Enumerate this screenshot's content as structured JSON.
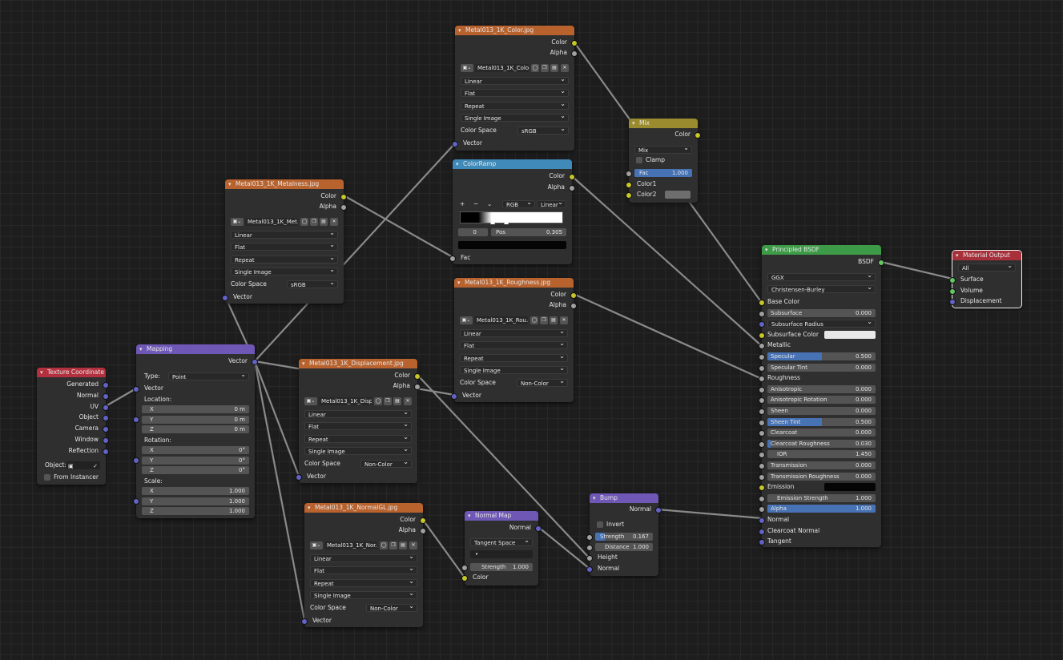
{
  "colors": {
    "grid_bg": "#1d1d1d",
    "node_body": "#2f2f2f",
    "texture_header": "#b8622e",
    "input_header": "#b3303e",
    "vector_header": "#6f58b5",
    "converter_header": "#3f8ab8",
    "color_header": "#9a8c2e",
    "shader_header": "#3d9b47",
    "output_header": "#a8303a",
    "socket_color": "#c7c729",
    "socket_float": "#a1a1a1",
    "socket_vector": "#6363c7",
    "socket_shader": "#63c763",
    "slider_fill": "#4772b3"
  },
  "texcoord": {
    "title": "Texture Coordinate",
    "outputs": [
      "Generated",
      "Normal",
      "UV",
      "Object",
      "Camera",
      "Window",
      "Reflection"
    ],
    "object_label": "Object:",
    "from_instancer": "From Instancer"
  },
  "mapping": {
    "title": "Mapping",
    "out_vector": "Vector",
    "type_label": "Type:",
    "type_value": "Point",
    "in_vector": "Vector",
    "location_label": "Location:",
    "rotation_label": "Rotation:",
    "scale_label": "Scale:",
    "axes": [
      "X",
      "Y",
      "Z"
    ],
    "location": [
      "0 m",
      "0 m",
      "0 m"
    ],
    "rotation": [
      "0°",
      "0°",
      "0°"
    ],
    "scale": [
      "1.000",
      "1.000",
      "1.000"
    ]
  },
  "metal": {
    "title": "Metal013_1K_Metalness.jpg",
    "out_color": "Color",
    "out_alpha": "Alpha",
    "image_name": "Metal013_1K_Met...",
    "interp": "Linear",
    "proj": "Flat",
    "ext": "Repeat",
    "source": "Single Image",
    "cs_label": "Color Space",
    "cs_value": "sRGB",
    "in_vector": "Vector"
  },
  "colortex": {
    "title": "Metal013_1K_Color.jpg",
    "out_color": "Color",
    "out_alpha": "Alpha",
    "image_name": "Metal013_1K_Color...",
    "interp": "Linear",
    "proj": "Flat",
    "ext": "Repeat",
    "source": "Single Image",
    "cs_label": "Color Space",
    "cs_value": "sRGB",
    "in_vector": "Vector"
  },
  "ramp": {
    "title": "ColorRamp",
    "out_color": "Color",
    "out_alpha": "Alpha",
    "plus": "+",
    "minus": "−",
    "mode": "RGB",
    "interp": "Linear",
    "index": "0",
    "pos_label": "Pos",
    "pos_value": "0.305",
    "pos_fraction": 0.305,
    "in_fac": "Fac"
  },
  "rough": {
    "title": "Metal013_1K_Roughness.jpg",
    "out_color": "Color",
    "out_alpha": "Alpha",
    "image_name": "Metal013_1K_Rou...",
    "interp": "Linear",
    "proj": "Flat",
    "ext": "Repeat",
    "source": "Single Image",
    "cs_label": "Color Space",
    "cs_value": "Non-Color",
    "in_vector": "Vector"
  },
  "disp": {
    "title": "Metal013_1K_Displacement.jpg",
    "out_color": "Color",
    "out_alpha": "Alpha",
    "image_name": "Metal013_1K_Displ...",
    "interp": "Linear",
    "proj": "Flat",
    "ext": "Repeat",
    "source": "Single Image",
    "cs_label": "Color Space",
    "cs_value": "Non-Color",
    "in_vector": "Vector"
  },
  "normtex": {
    "title": "Metal013_1K_NormalGL.jpg",
    "out_color": "Color",
    "out_alpha": "Alpha",
    "image_name": "Metal013_1K_Nor...",
    "interp": "Linear",
    "proj": "Flat",
    "ext": "Repeat",
    "source": "Single Image",
    "cs_label": "Color Space",
    "cs_value": "Non-Color",
    "in_vector": "Vector"
  },
  "mix": {
    "title": "Mix",
    "out_color": "Color",
    "mode": "Mix",
    "clamp": "Clamp",
    "fac_label": "Fac",
    "fac_value": "1.000",
    "fac_fraction": 1.0,
    "color1": "Color1",
    "color2": "Color2"
  },
  "normalmap": {
    "title": "Normal Map",
    "out_normal": "Normal",
    "space": "Tangent Space",
    "uv": "•",
    "strength_label": "Strength",
    "strength_value": "1.000",
    "in_color": "Color"
  },
  "bump": {
    "title": "Bump",
    "out_normal": "Normal",
    "invert": "Invert",
    "strength_label": "Strength",
    "strength_value": "0.167",
    "strength_fraction": 0.167,
    "distance_label": "Distance",
    "distance_value": "1.000",
    "in_height": "Height",
    "in_normal": "Normal"
  },
  "bsdf": {
    "title": "Principled BSDF",
    "out_bsdf": "BSDF",
    "distribution": "GGX",
    "subsurface_method": "Christensen-Burley",
    "rows": [
      {
        "label": "Base Color",
        "kind": "socket"
      },
      {
        "label": "Subsurface",
        "value": "0.000",
        "fraction": 0
      },
      {
        "label": "Subsurface Radius",
        "kind": "dropdown"
      },
      {
        "label": "Subsurface Color",
        "kind": "swatch",
        "swatch": "#e8e8e8"
      },
      {
        "label": "Metallic",
        "kind": "socket"
      },
      {
        "label": "Specular",
        "value": "0.500",
        "fraction": 0.5
      },
      {
        "label": "Specular Tint",
        "value": "0.000",
        "fraction": 0
      },
      {
        "label": "Roughness",
        "kind": "socket"
      },
      {
        "label": "Anisotropic",
        "value": "0.000",
        "fraction": 0
      },
      {
        "label": "Anisotropic Rotation",
        "value": "0.000",
        "fraction": 0
      },
      {
        "label": "Sheen",
        "value": "0.000",
        "fraction": 0
      },
      {
        "label": "Sheen Tint",
        "value": "0.500",
        "fraction": 0.5
      },
      {
        "label": "Clearcoat",
        "value": "0.000",
        "fraction": 0
      },
      {
        "label": "Clearcoat Roughness",
        "value": "0.030",
        "fraction": 0.03
      },
      {
        "label": "IOR",
        "value": "1.450",
        "fraction": 0
      },
      {
        "label": "Transmission",
        "value": "0.000",
        "fraction": 0
      },
      {
        "label": "Transmission Roughness",
        "value": "0.000",
        "fraction": 0
      },
      {
        "label": "Emission",
        "kind": "swatch",
        "swatch": "#050505"
      },
      {
        "label": "Emission Strength",
        "value": "1.000",
        "fraction": 0
      },
      {
        "label": "Alpha",
        "value": "1.000",
        "fraction": 1
      },
      {
        "label": "Normal",
        "kind": "socket"
      },
      {
        "label": "Clearcoat Normal",
        "kind": "socket"
      },
      {
        "label": "Tangent",
        "kind": "socket"
      }
    ]
  },
  "output": {
    "title": "Material Output",
    "target": "All",
    "inputs": [
      "Surface",
      "Volume",
      "Displacement"
    ]
  }
}
